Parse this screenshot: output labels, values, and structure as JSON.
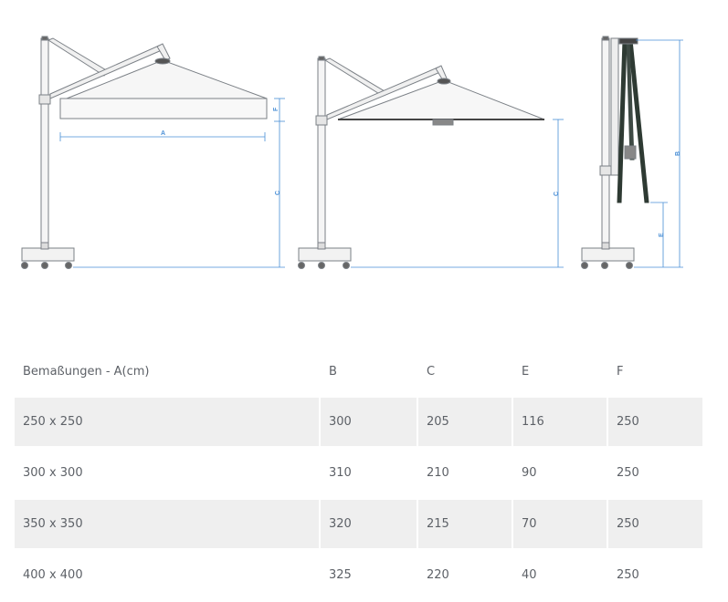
{
  "diagram": {
    "labels": {
      "a": "A",
      "b": "B",
      "c": "C",
      "e": "E",
      "f": "F"
    },
    "colors": {
      "frame": "#8a8f94",
      "canopy": "#f4f4f4",
      "dimension": "#4a8fd6",
      "dark": "#2e3a33"
    }
  },
  "table": {
    "headers": [
      "Bemaßungen - A(cm)",
      "B",
      "C",
      "E",
      "F"
    ],
    "rows": [
      [
        "250 x 250",
        "300",
        "205",
        "116",
        "250"
      ],
      [
        "300 x 300",
        "310",
        "210",
        "90",
        "250"
      ],
      [
        "350 x 350",
        "320",
        "215",
        "70",
        "250"
      ],
      [
        "400 x 400",
        "325",
        "220",
        "40",
        "250"
      ]
    ]
  }
}
